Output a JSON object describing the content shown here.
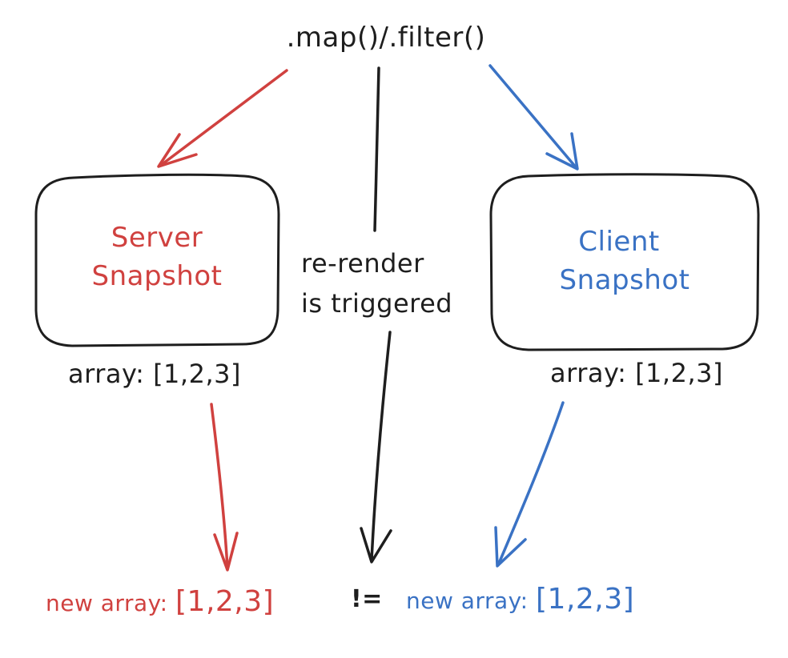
{
  "top_label": ".map()/.filter()",
  "server": {
    "title_line1": "Server",
    "title_line2": "Snapshot",
    "array": "array: [1,2,3]",
    "new_array_prefix": "new array: ",
    "new_array_value": "[1,2,3]"
  },
  "client": {
    "title_line1": "Client",
    "title_line2": "Snapshot",
    "array": "array: [1,2,3]",
    "new_array_prefix": "new array: ",
    "new_array_value": "[1,2,3]"
  },
  "middle_label_line1": "re-render",
  "middle_label_line2": "is triggered",
  "operator": "!=",
  "colors": {
    "server": "#d0413f",
    "client": "#3a72c4",
    "ink": "#1e1e1e"
  }
}
